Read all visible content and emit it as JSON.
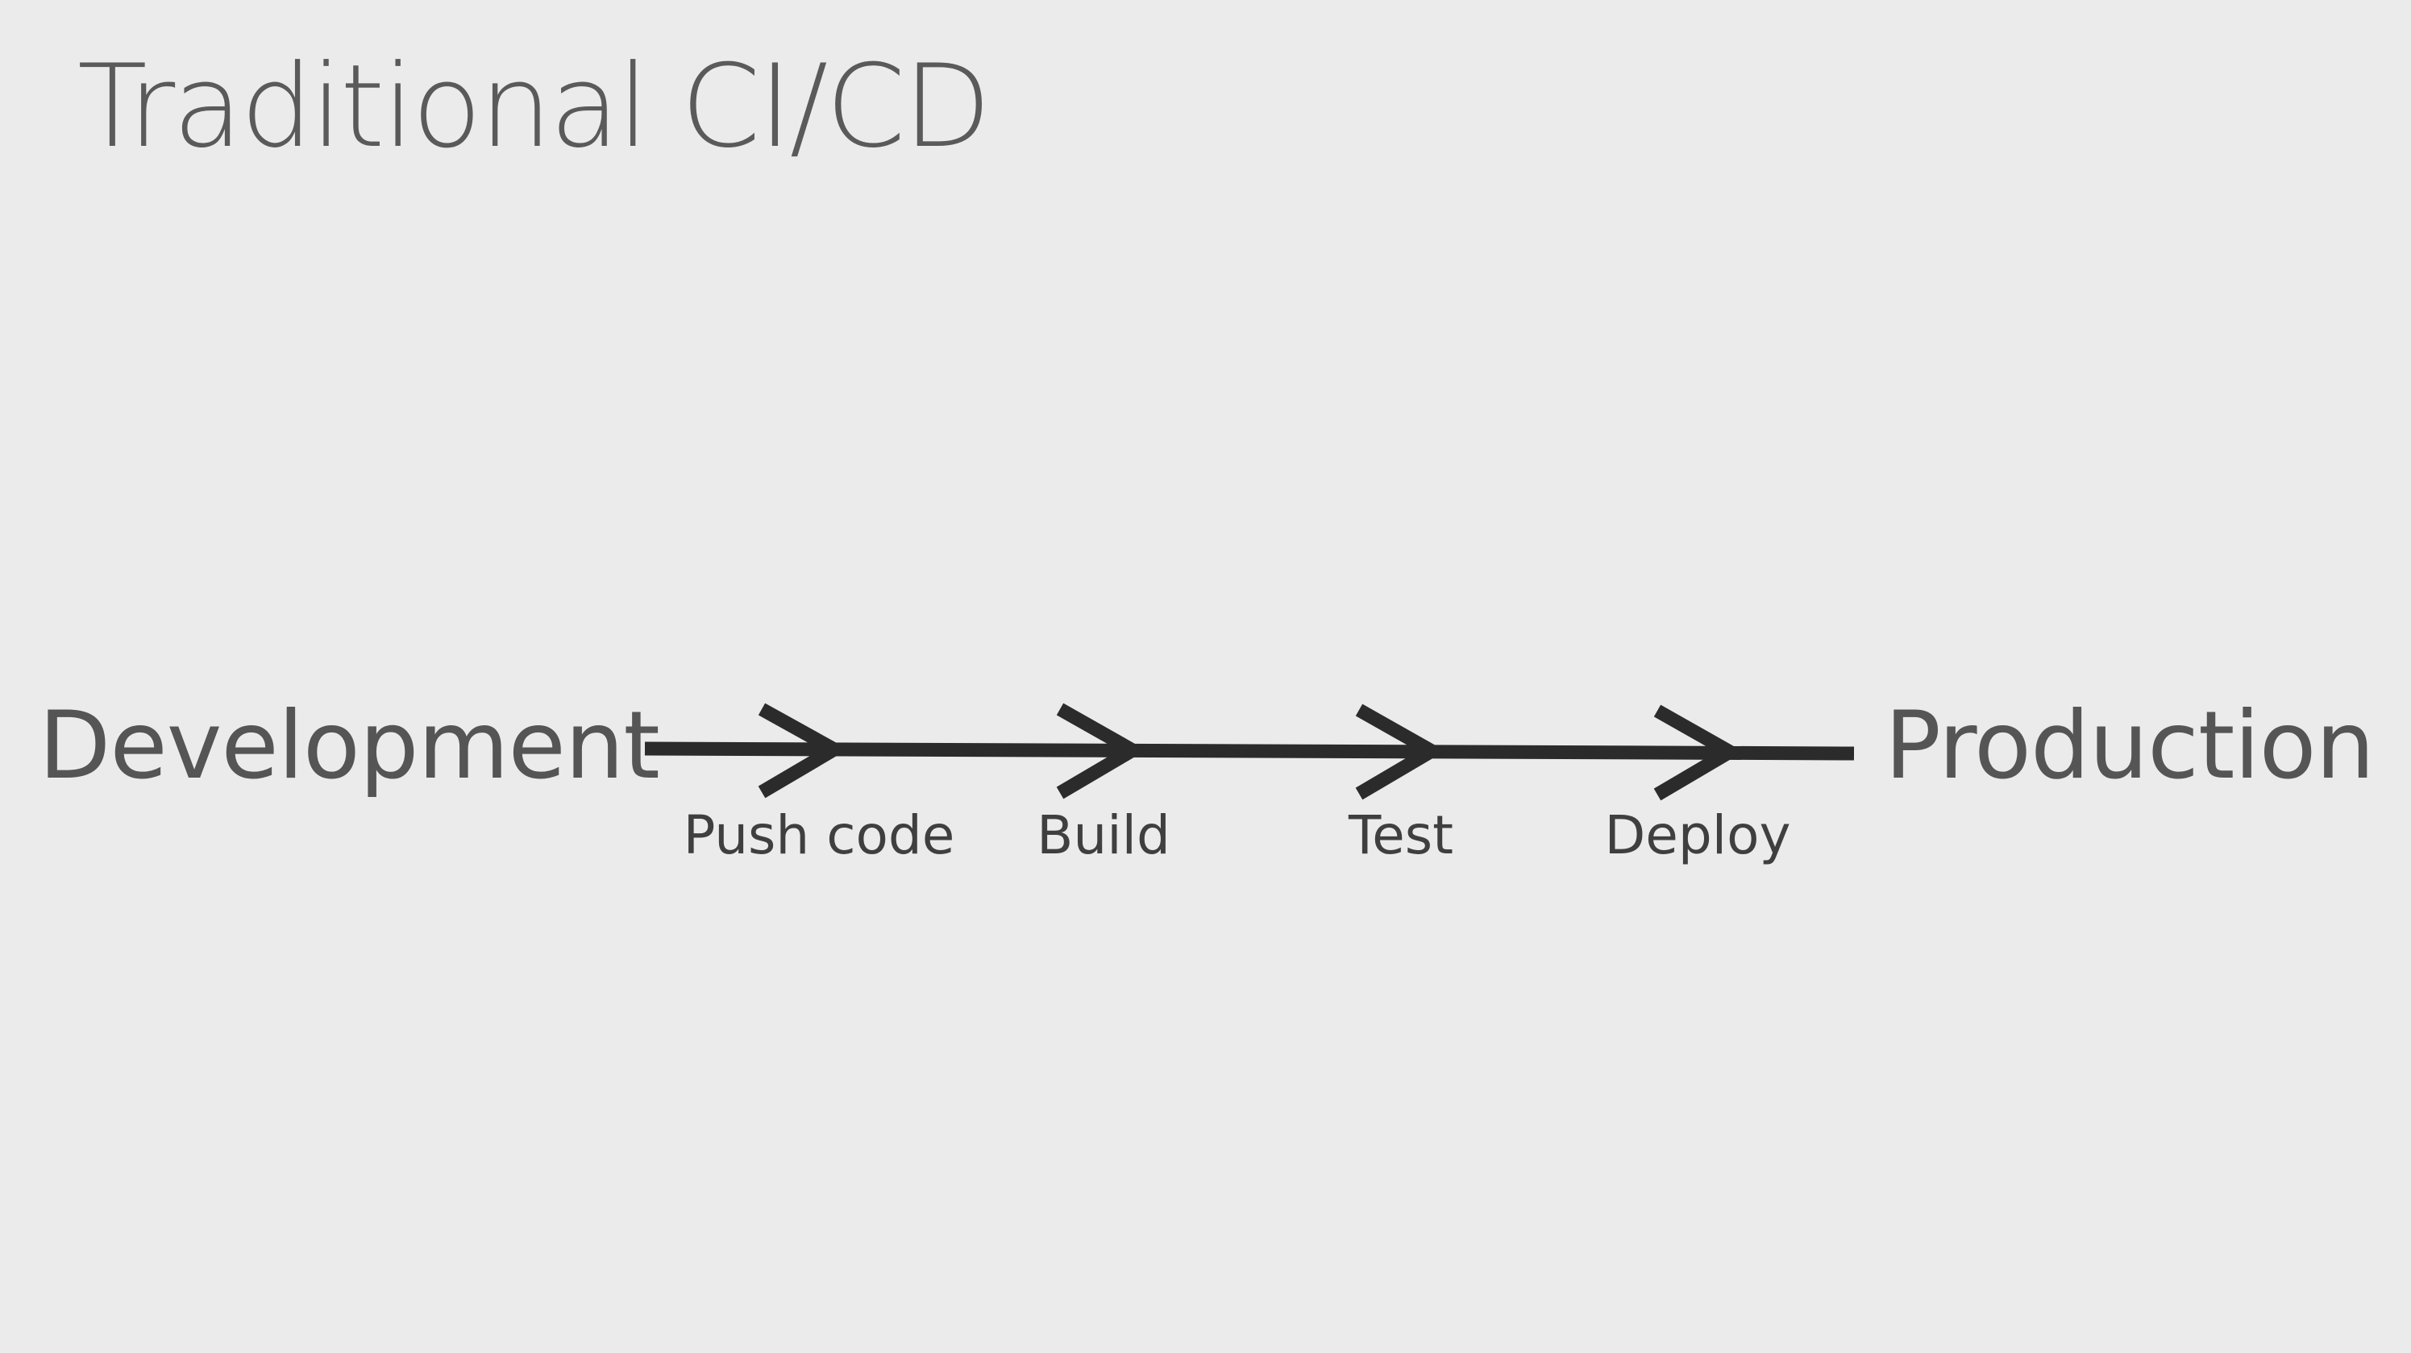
{
  "slide": {
    "title": "Traditional CI/CD",
    "start_label": "Development",
    "end_label": "Production"
  },
  "steps": [
    {
      "label": "Push code"
    },
    {
      "label": "Build"
    },
    {
      "label": "Test"
    },
    {
      "label": "Deploy"
    }
  ],
  "colors": {
    "background": "#ebebeb",
    "line": "#2b2b2b",
    "text": "#555555"
  }
}
